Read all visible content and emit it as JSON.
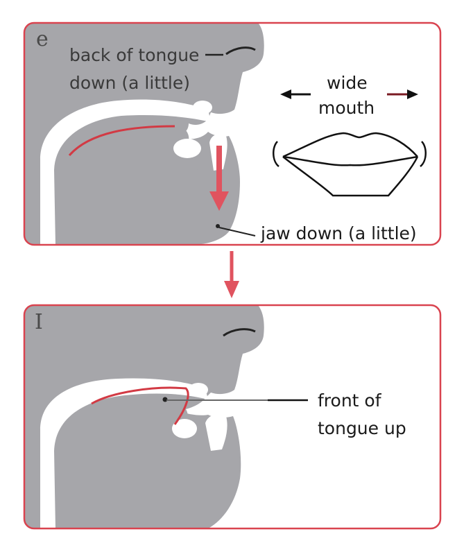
{
  "colors": {
    "frame": "#d9434f",
    "head": "#a6a6aa",
    "tongue_line": "#d23a44",
    "arrow": "#e0535f",
    "text": "#1a1a1a",
    "background": "#ffffff"
  },
  "panel_top": {
    "symbol": "e",
    "label_back_tongue_line1": "back of tongue",
    "label_back_tongue_line2": "down (a little)",
    "label_wide": "wide",
    "label_mouth": "mouth",
    "label_jaw": "jaw down (a little)"
  },
  "panel_bottom": {
    "symbol": "I",
    "label_front_line1": "front of",
    "label_front_line2": "tongue up"
  }
}
